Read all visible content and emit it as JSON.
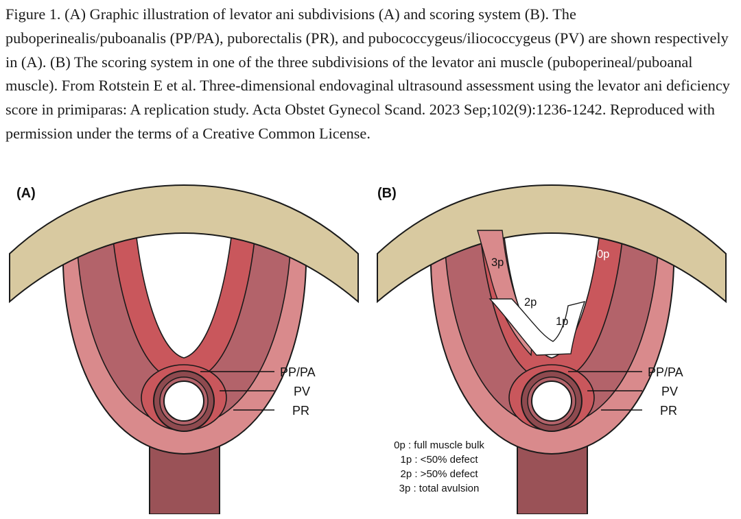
{
  "caption": "Figure 1. (A) Graphic illustration of levator ani subdivisions (A) and scoring system (B). The puboperinealis/puboanalis (PP/PA), puborectalis (PR), and pubococcygeus/iliococcygeus (PV) are shown respectively in (A). (B) The scoring system in one of the three subdivisions of the levator ani muscle (puboperineal/puboanal muscle). From Rotstein E et al. Three-dimensional endovaginal ultrasound assessment using the levator ani deficiency score in primiparas: A replication study. Acta Obstet Gynecol Scand. 2023 Sep;102(9):1236-1242. Reproduced with permission under the terms of a Creative Common License.",
  "panels": {
    "a": {
      "label": "(A)",
      "callouts": [
        "PP/PA",
        "PV",
        "PR"
      ]
    },
    "b": {
      "label": "(B)",
      "callouts": [
        "PP/PA",
        "PV",
        "PR"
      ],
      "scores": {
        "s0": "0p",
        "s1": "1p",
        "s2": "2p",
        "s3": "3p"
      },
      "legend": [
        "0p : full muscle bulk",
        "1p : <50% defect",
        "2p : >50% defect",
        "3p : total avulsion"
      ]
    }
  },
  "colors": {
    "bone": "#d8c9a0",
    "outer_muscle": "#d98a8c",
    "mid_muscle": "#b3636a",
    "inner_muscle": "#c9575c",
    "dark_muscle": "#8e4a4f",
    "stem": "#9a5257",
    "outline": "#1a1a1a"
  }
}
